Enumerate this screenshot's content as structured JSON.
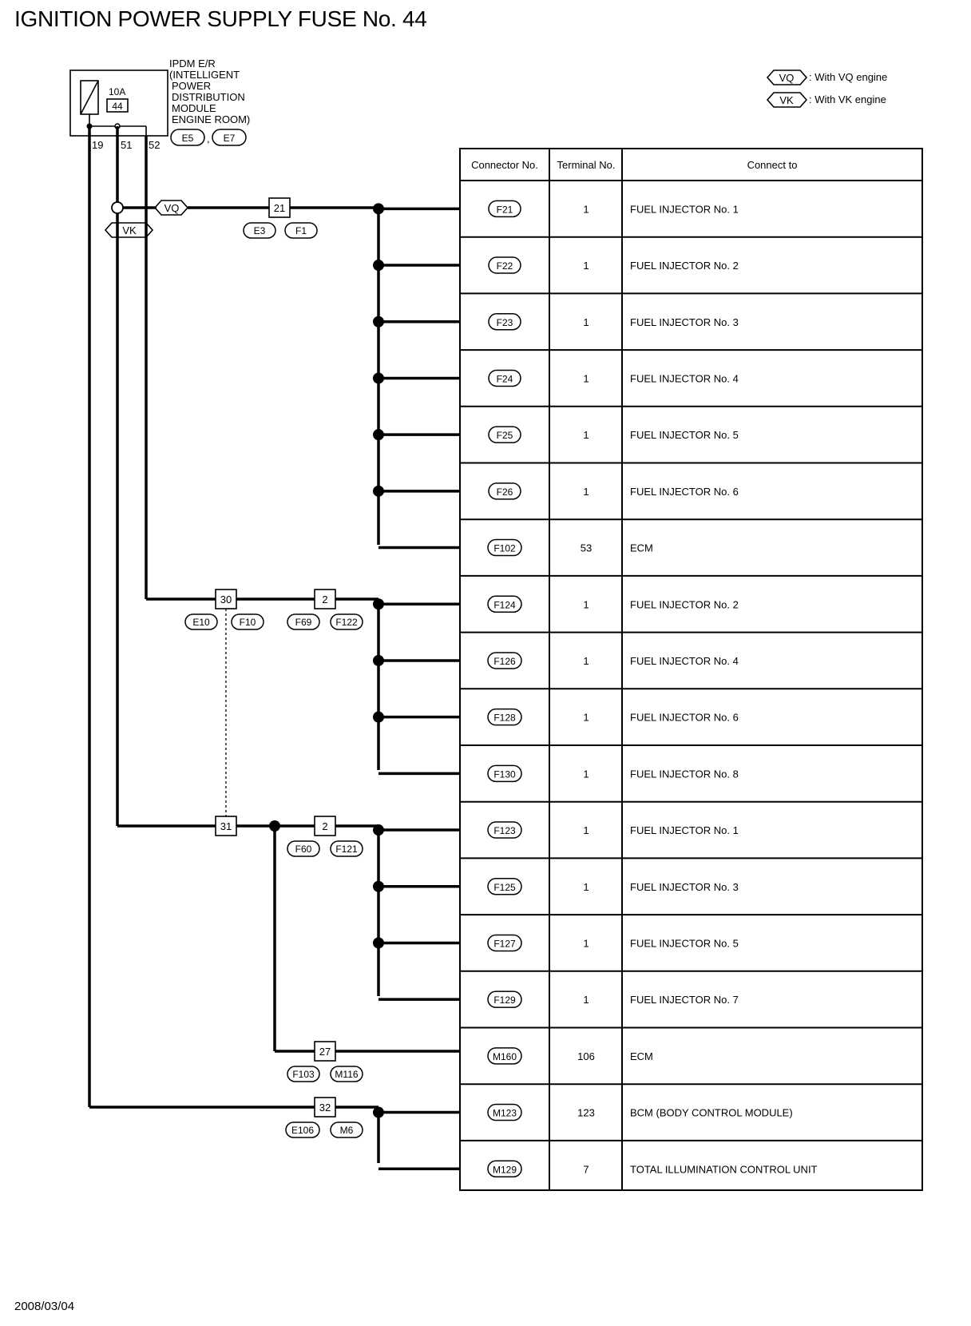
{
  "title": "IGNITION POWER SUPPLY FUSE No. 44",
  "date": "2008/03/04",
  "ipdm": {
    "label_lines": [
      "IPDM E/R",
      "(INTELLIGENT",
      "POWER",
      "DISTRIBUTION",
      "MODULE",
      "ENGINE ROOM)"
    ],
    "fuse_amp": "10A",
    "fuse_no": "44",
    "connectors": [
      "E5",
      "E7"
    ],
    "connector_sep": ",",
    "terminals": [
      "19",
      "51",
      "52"
    ]
  },
  "legend": [
    {
      "code": "VQ",
      "text": ": With VQ engine"
    },
    {
      "code": "VK",
      "text": ": With VK engine"
    }
  ],
  "engine_tags": {
    "vq": "VQ",
    "vk": "VK"
  },
  "splices": [
    {
      "pin": "21",
      "connectors": [
        "E3",
        "F1"
      ]
    },
    {
      "pin": "30",
      "connectors": [
        "E10",
        "F10"
      ]
    },
    {
      "pin": "2",
      "connectors": [
        "F69",
        "F122"
      ]
    },
    {
      "pin": "31",
      "connectors": []
    },
    {
      "pin": "2",
      "connectors": [
        "F60",
        "F121"
      ]
    },
    {
      "pin": "27",
      "connectors": [
        "F103",
        "M116"
      ]
    },
    {
      "pin": "32",
      "connectors": [
        "E106",
        "M6"
      ]
    }
  ],
  "table": {
    "headers": [
      "Connector No.",
      "Terminal No.",
      "Connect to"
    ],
    "rows": [
      {
        "connector": "F21",
        "terminal": "1",
        "connect_to": "FUEL INJECTOR No. 1"
      },
      {
        "connector": "F22",
        "terminal": "1",
        "connect_to": "FUEL INJECTOR No. 2"
      },
      {
        "connector": "F23",
        "terminal": "1",
        "connect_to": "FUEL INJECTOR No. 3"
      },
      {
        "connector": "F24",
        "terminal": "1",
        "connect_to": "FUEL INJECTOR No. 4"
      },
      {
        "connector": "F25",
        "terminal": "1",
        "connect_to": "FUEL INJECTOR No. 5"
      },
      {
        "connector": "F26",
        "terminal": "1",
        "connect_to": "FUEL INJECTOR No. 6"
      },
      {
        "connector": "F102",
        "terminal": "53",
        "connect_to": "ECM"
      },
      {
        "connector": "F124",
        "terminal": "1",
        "connect_to": "FUEL INJECTOR No. 2"
      },
      {
        "connector": "F126",
        "terminal": "1",
        "connect_to": "FUEL INJECTOR No. 4"
      },
      {
        "connector": "F128",
        "terminal": "1",
        "connect_to": "FUEL INJECTOR No. 6"
      },
      {
        "connector": "F130",
        "terminal": "1",
        "connect_to": "FUEL INJECTOR No. 8"
      },
      {
        "connector": "F123",
        "terminal": "1",
        "connect_to": "FUEL INJECTOR No. 1"
      },
      {
        "connector": "F125",
        "terminal": "1",
        "connect_to": "FUEL INJECTOR No. 3"
      },
      {
        "connector": "F127",
        "terminal": "1",
        "connect_to": "FUEL INJECTOR No. 5"
      },
      {
        "connector": "F129",
        "terminal": "1",
        "connect_to": "FUEL INJECTOR No. 7"
      },
      {
        "connector": "M160",
        "terminal": "106",
        "connect_to": "ECM"
      },
      {
        "connector": "M123",
        "terminal": "123",
        "connect_to": "BCM (BODY CONTROL MODULE)"
      },
      {
        "connector": "M129",
        "terminal": "7",
        "connect_to": "TOTAL ILLUMINATION CONTROL UNIT"
      }
    ]
  }
}
